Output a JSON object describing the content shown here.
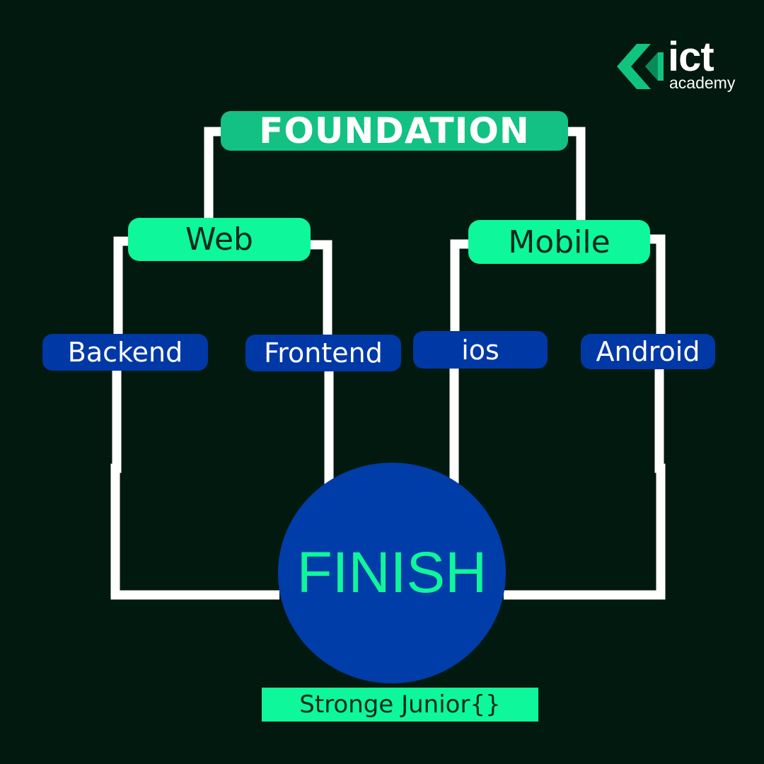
{
  "logo": {
    "name": "ict",
    "subtitle": "academy",
    "mark_color": "#10c47f"
  },
  "diagram": {
    "root": "FOUNDATION",
    "branches": [
      {
        "label": "Web",
        "children": [
          "Backend",
          "Frontend"
        ]
      },
      {
        "label": "Mobile",
        "children": [
          "ios",
          "Android"
        ]
      }
    ],
    "goal": "FINISH",
    "result": "Stronge Junior{}"
  },
  "colors": {
    "background": "#01190f",
    "root_pill": "#13c184",
    "branch_pill": "#0ef79b",
    "leaf_pill": "#0038a6",
    "goal_circle": "#003da8",
    "goal_text": "#0ef79b",
    "connector": "#ffffff"
  }
}
